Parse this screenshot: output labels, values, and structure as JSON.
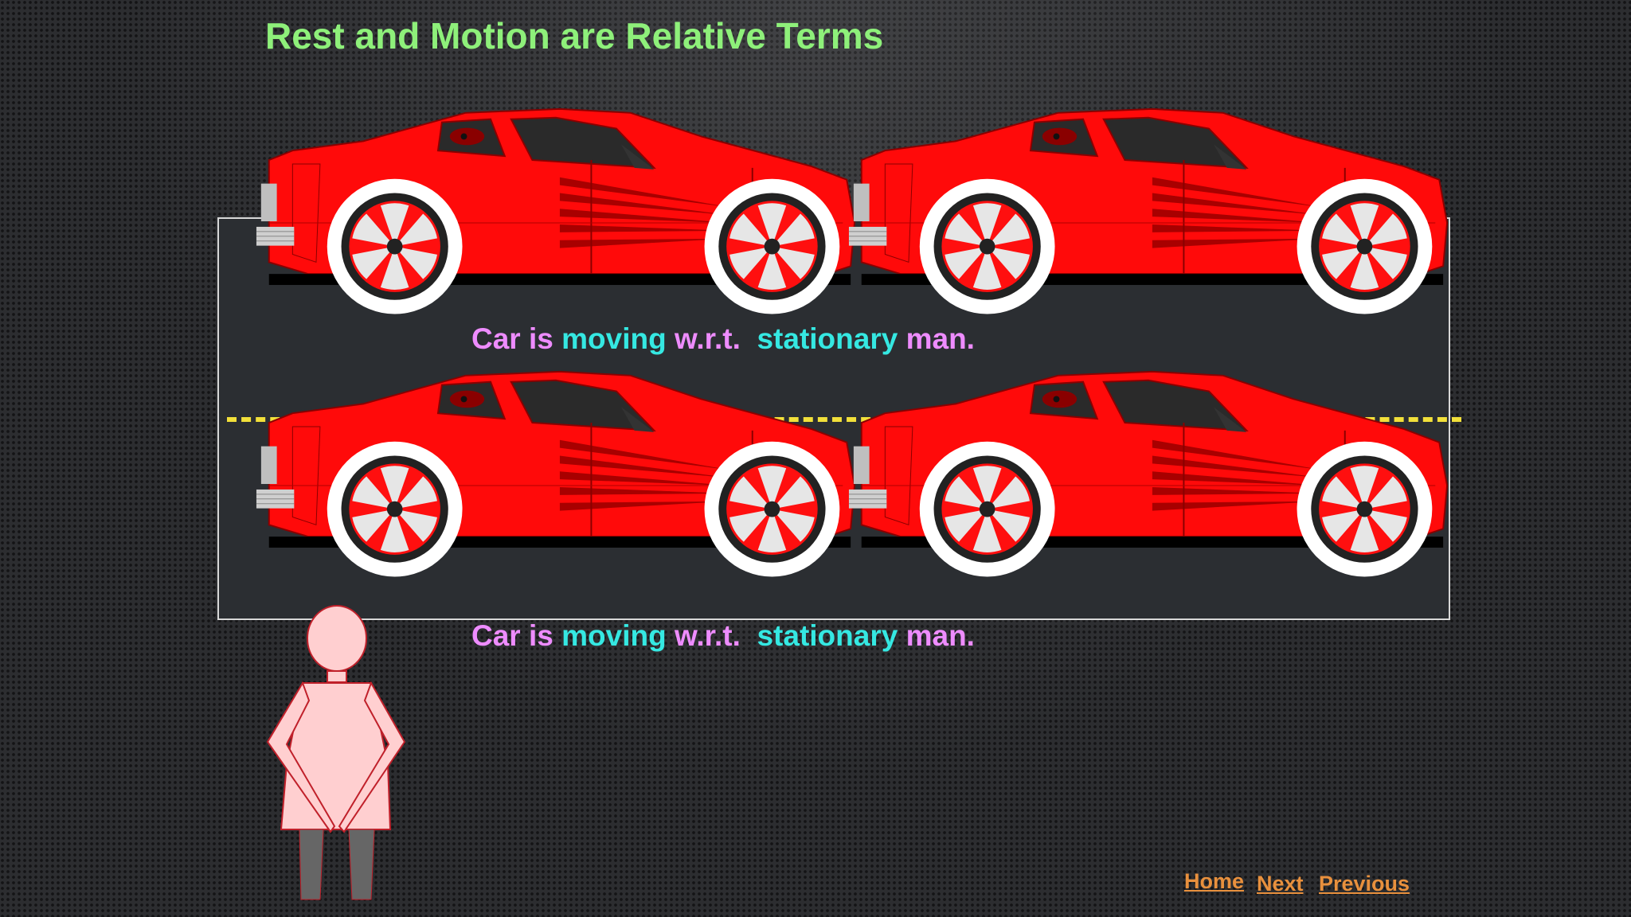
{
  "title": "Rest and Motion are Relative Terms",
  "captions": [
    {
      "w1": "Car is",
      "w2": "moving",
      "w3": "w.r.t.",
      "w4": "stationary",
      "w5": "man."
    },
    {
      "w1": "Car is",
      "w2": "moving",
      "w3": "w.r.t.",
      "w4": "stationary",
      "w5": "man."
    }
  ],
  "nav": {
    "home": "Home",
    "next": "Next",
    "previous": "Previous"
  },
  "colors": {
    "title": "#8ef07a",
    "caption_pink": "#ee8cff",
    "caption_cyan": "#35e8e2",
    "car_body": "#ff0a0a",
    "nav_link": "#e8903d",
    "lane_line": "#f2e03a",
    "man": "#ffcfd0"
  }
}
